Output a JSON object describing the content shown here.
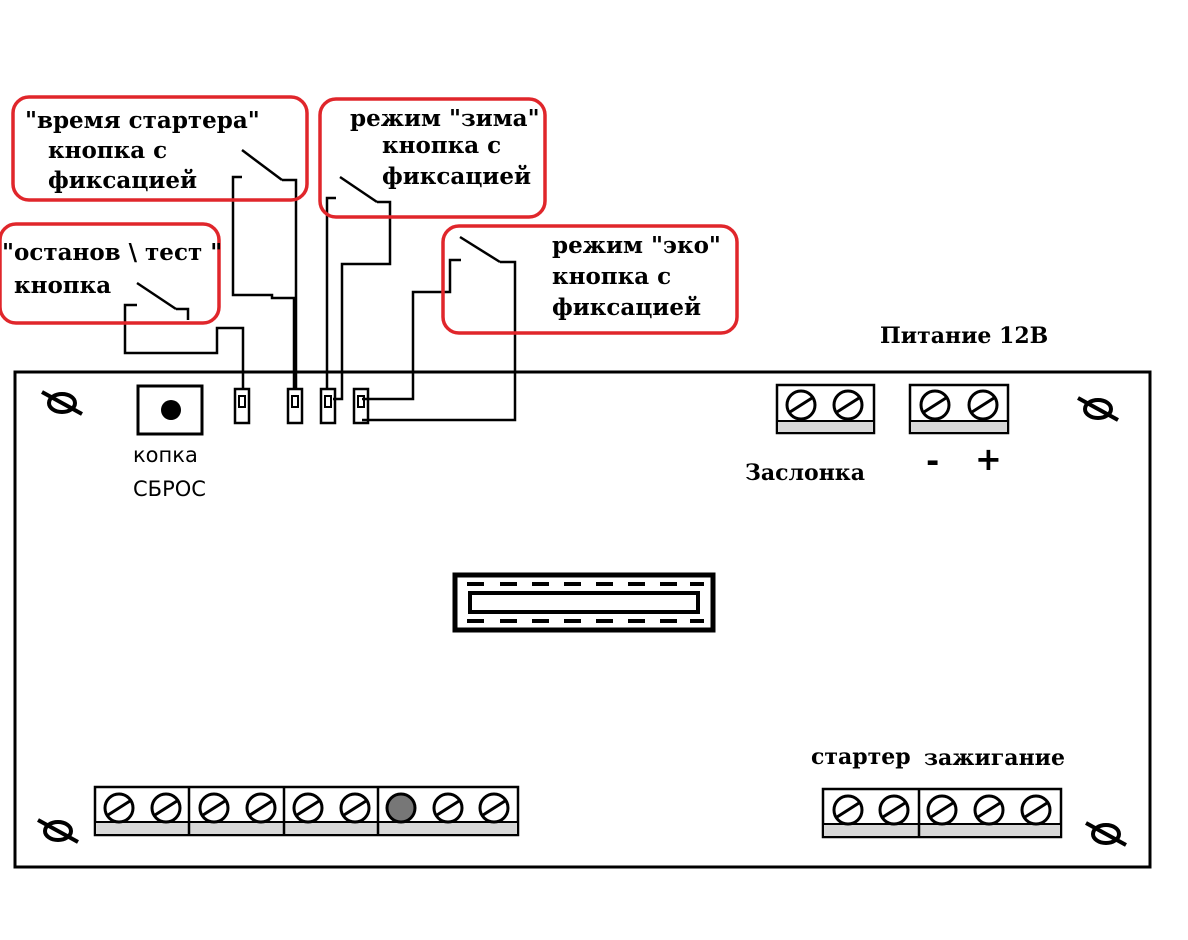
{
  "callouts": {
    "starter_time": {
      "title": "\"время стартера\"",
      "line2": "кнопка с",
      "line3": "фиксацией"
    },
    "winter_mode": {
      "title": "режим \"зима\"",
      "line2": "кнопка с",
      "line3": "фиксацией"
    },
    "stop_test": {
      "title": "\"останов \\ тест \"",
      "line2": "кнопка"
    },
    "eco_mode": {
      "title": "режим \"эко\"",
      "line2": "кнопка с",
      "line3": "фиксацией"
    }
  },
  "board": {
    "power_label": "Питание 12В",
    "damper_label": "Заслонка",
    "minus_label": "-",
    "plus_label": "+",
    "reset_line1": "копка",
    "reset_line2": "СБРОС",
    "starter_label": "стартер",
    "ignition_label": "зажигание"
  },
  "colors": {
    "callout_frame": "#e0262b",
    "ink": "#000000",
    "terminal_fill": "#ffffff",
    "terminal_stripe": "#d8d8d8"
  },
  "icons": {
    "mount_hole": "mount-hole-icon",
    "screw": "screw-terminal-icon"
  }
}
